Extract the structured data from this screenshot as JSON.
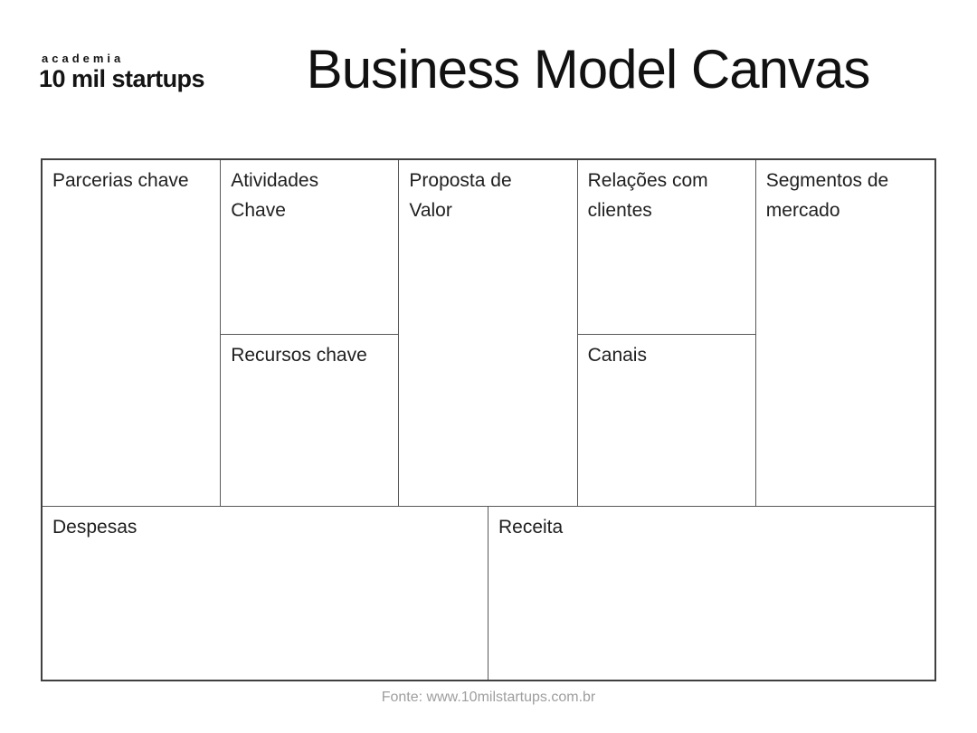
{
  "header": {
    "logo": {
      "line1": "academia",
      "line2": "10 mil startups"
    },
    "title": "Business Model Canvas"
  },
  "canvas": {
    "cells": {
      "parcerias": "Parcerias chave",
      "atividades": "Atividades\nChave",
      "proposta": "Proposta de\nValor",
      "relacoes": "Relações com\nclientes",
      "segmentos": "Segmentos de\nmercado",
      "recursos": "Recursos chave",
      "canais": "Canais",
      "despesas": "Despesas",
      "receita": "Receita"
    }
  },
  "footer": {
    "source": "Fonte: www.10milstartups.com.br"
  },
  "colors": {
    "outer_border": "#404040",
    "inner_border": "#595959",
    "cell_text": "#1f1f1f",
    "footer_text": "#9e9e9e",
    "background": "#ffffff"
  }
}
